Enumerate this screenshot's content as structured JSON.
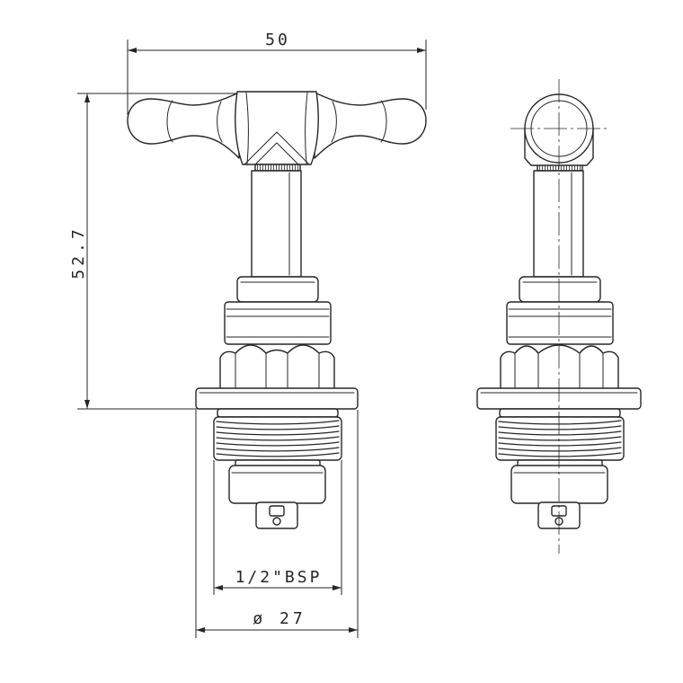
{
  "dimensions": {
    "overall_width": "50",
    "overall_height": "52.7",
    "thread_size": "1/2\"BSP",
    "flange_diameter": "ø 27"
  },
  "colors": {
    "line": "#262626",
    "background": "#ffffff"
  }
}
